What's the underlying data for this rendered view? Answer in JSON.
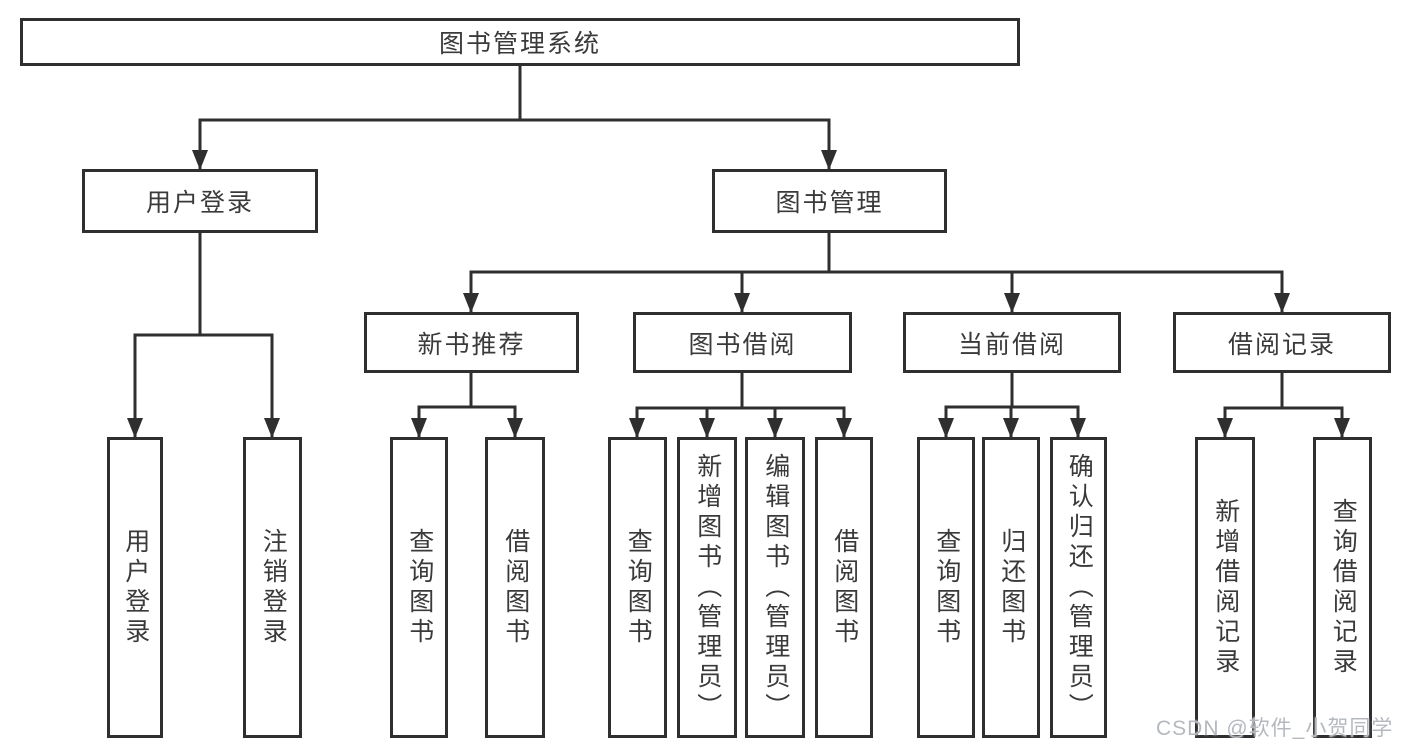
{
  "diagram": {
    "root": {
      "label": "图书管理系统"
    },
    "branches": [
      {
        "label": "用户登录",
        "children": [
          {
            "label": "用户登录"
          },
          {
            "label": "注销登录"
          }
        ]
      },
      {
        "label": "图书管理",
        "children": [
          {
            "label": "新书推荐",
            "children": [
              {
                "label": "查询图书"
              },
              {
                "label": "借阅图书"
              }
            ]
          },
          {
            "label": "图书借阅",
            "children": [
              {
                "label": "查询图书"
              },
              {
                "label": "新增图书（管理员）"
              },
              {
                "label": "编辑图书（管理员）"
              },
              {
                "label": "借阅图书"
              }
            ]
          },
          {
            "label": "当前借阅",
            "children": [
              {
                "label": "查询图书"
              },
              {
                "label": "归还图书"
              },
              {
                "label": "确认归还（管理员）"
              }
            ]
          },
          {
            "label": "借阅记录",
            "children": [
              {
                "label": "新增借阅记录"
              },
              {
                "label": "查询借阅记录"
              }
            ]
          }
        ]
      }
    ]
  },
  "watermark": {
    "text": "CSDN @软件_小贺同学",
    "color": "#b4b9bf"
  },
  "colors": {
    "line": "#2f2f2f",
    "box_border": "#2f2f2f",
    "text": "#3a3a3a",
    "background": "#ffffff"
  }
}
